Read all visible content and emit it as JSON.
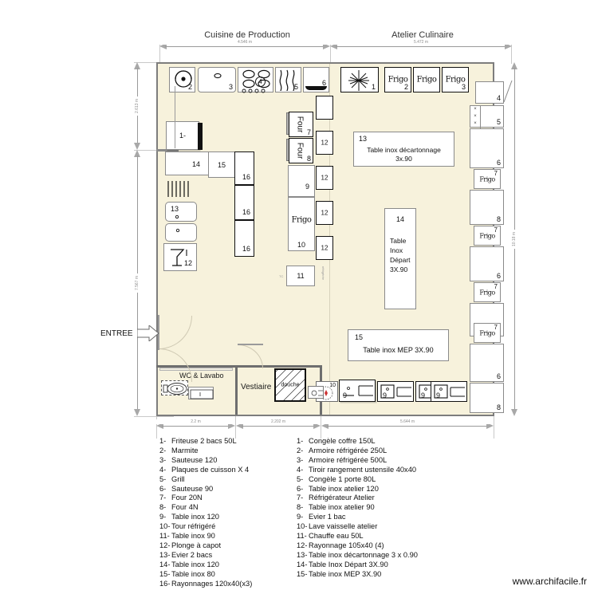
{
  "zones": {
    "left_title": "Cuisine de Production",
    "right_title": "Atelier Culinaire"
  },
  "dimensions": {
    "top_left": "4.546 m",
    "top_right": "5.472 m",
    "bottom_1": "2.2 m",
    "bottom_2": "2.202 m",
    "bottom_3": "5.644 m",
    "left_upper": "2.613 m",
    "left_lower": "7.567 m",
    "right_full": "10.18 m"
  },
  "entrance": {
    "label": "ENTREE"
  },
  "rooms": [
    {
      "name": "wc",
      "label": "WC & Lavabo"
    },
    {
      "name": "vestiaire",
      "label": "Vestiaire"
    },
    {
      "name": "douche",
      "label": "douche"
    }
  ],
  "equipment_left": [
    {
      "id": "2",
      "label": "2",
      "icon": "marmite-icon"
    },
    {
      "id": "3",
      "label": "3",
      "icon": "sauteuse-icon"
    },
    {
      "id": "4",
      "label": "4",
      "icon": "cooktop-icon"
    },
    {
      "id": "5",
      "label": "5",
      "icon": "grill-icon"
    },
    {
      "id": "6",
      "label": "6",
      "icon": "sauteuse90-icon"
    },
    {
      "id": "1",
      "label": "1-",
      "icon": "friteuse-icon"
    },
    {
      "id": "14",
      "label": "14",
      "icon": "table-icon"
    },
    {
      "id": "15",
      "label": "15",
      "icon": "table-icon"
    },
    {
      "id": "16a",
      "label": "16",
      "icon": "shelf-icon"
    },
    {
      "id": "16b",
      "label": "16",
      "icon": "shelf-icon"
    },
    {
      "id": "16c",
      "label": "16",
      "icon": "shelf-icon"
    },
    {
      "id": "13",
      "label": "13",
      "icon": "sink2-icon"
    },
    {
      "id": "12",
      "label": "12",
      "icon": "plonge-icon"
    }
  ],
  "equipment_center": [
    {
      "id": "7",
      "label": "7",
      "caption": "Four"
    },
    {
      "id": "8",
      "label": "8",
      "caption": "Four"
    },
    {
      "id": "9",
      "label": "9",
      "caption": ""
    },
    {
      "id": "10",
      "label": "10",
      "caption": "Frigo"
    },
    {
      "id": "11",
      "label": "11",
      "caption": ""
    },
    {
      "id": "12a",
      "label": "12",
      "caption": ""
    },
    {
      "id": "12b",
      "label": "12",
      "caption": ""
    },
    {
      "id": "12c",
      "label": "12",
      "caption": ""
    },
    {
      "id": "12d",
      "label": "12",
      "caption": ""
    },
    {
      "id": "12e",
      "label": "12",
      "caption": ""
    }
  ],
  "equipment_right_top": [
    {
      "id": "1",
      "label": "1",
      "caption": "",
      "icon": "congele-coffre-icon"
    },
    {
      "id": "2",
      "label": "2",
      "caption": "Frigo"
    },
    {
      "id": "3",
      "label": "3",
      "caption": "Frigo"
    }
  ],
  "equipment_right_col": [
    {
      "id": "4",
      "label": "4",
      "caption": ""
    },
    {
      "id": "5",
      "label": "5",
      "caption": ""
    },
    {
      "id": "6",
      "label": "6",
      "caption": ""
    },
    {
      "id": "7",
      "label": "7",
      "caption": "Frigo"
    },
    {
      "id": "8",
      "label": "8",
      "caption": ""
    },
    {
      "id": "7",
      "label": "7",
      "caption": "Frigo"
    },
    {
      "id": "6",
      "label": "6",
      "caption": ""
    },
    {
      "id": "7",
      "label": "7",
      "caption": "Frigo"
    },
    {
      "id": "8",
      "label": "8",
      "caption": ""
    },
    {
      "id": "6",
      "label": "6",
      "caption": ""
    },
    {
      "id": "8",
      "label": "8",
      "caption": ""
    }
  ],
  "tables": [
    {
      "num": "13",
      "title": "Table inox décartonnage",
      "sub": "3x.90"
    },
    {
      "num": "14",
      "title": "Table\nInox\nDépart\n3X.90",
      "sub": ""
    },
    {
      "num": "15",
      "title": "Table inox MEP 3X.90",
      "sub": ""
    }
  ],
  "table13": {
    "num": "13",
    "line1": "Table inox décartonnage",
    "line2": "3x.90"
  },
  "table14": {
    "num": "14",
    "l1": "Table",
    "l2": "Inox",
    "l3": "Départ",
    "l4": "3X.90"
  },
  "table15": {
    "num": "15",
    "line1": "Table inox MEP 3X.90"
  },
  "sinks": [
    {
      "id": "10",
      "label": "10"
    },
    {
      "id": "9a",
      "label": "9"
    },
    {
      "id": "9b",
      "label": "9"
    },
    {
      "id": "9c",
      "label": "9"
    },
    {
      "id": "9d",
      "label": "9"
    }
  ],
  "legend_left": [
    {
      "n": "1-",
      "text": "Friteuse 2 bacs 50L"
    },
    {
      "n": "2-",
      "text": "Marmite"
    },
    {
      "n": "3-",
      "text": "Sauteuse 120"
    },
    {
      "n": "4-",
      "text": "Plaques de cuisson X 4"
    },
    {
      "n": "5-",
      "text": "Grill"
    },
    {
      "n": "6-",
      "text": "Sauteuse 90"
    },
    {
      "n": "7-",
      "text": "Four 20N"
    },
    {
      "n": "8-",
      "text": "Four 4N"
    },
    {
      "n": "9-",
      "text": "Table inox 120"
    },
    {
      "n": "10-",
      "text": "Tour réfrigéré"
    },
    {
      "n": "11-",
      "text": "Table inox 90"
    },
    {
      "n": "12-",
      "text": "Plonge à capot"
    },
    {
      "n": "13-",
      "text": "Evier 2 bacs"
    },
    {
      "n": "14-",
      "text": "Table inox 120"
    },
    {
      "n": "15-",
      "text": "Table inox 80"
    },
    {
      "n": "16-",
      "text": "Rayonnages 120x40(x3)"
    }
  ],
  "legend_right": [
    {
      "n": "1-",
      "text": "Congèle coffre 150L"
    },
    {
      "n": "2-",
      "text": "Armoire réfrigérée 250L"
    },
    {
      "n": "3-",
      "text": "Armoire réfrigérée 500L"
    },
    {
      "n": "4-",
      "text": "Tiroir rangement ustensile 40x40"
    },
    {
      "n": "5-",
      "text": "Congèle 1 porte 80L"
    },
    {
      "n": "6-",
      "text": "Table inox atelier 120"
    },
    {
      "n": "7-",
      "text": "Réfrigérateur Atelier"
    },
    {
      "n": "8-",
      "text": "Table inox atelier 90"
    },
    {
      "n": "9-",
      "text": "Evier 1 bac"
    },
    {
      "n": "10-",
      "text": "Lave vaisselle atelier"
    },
    {
      "n": "11-",
      "text": "Chauffe eau 50L"
    },
    {
      "n": "12-",
      "text": "Rayonnage 105x40 (4)"
    },
    {
      "n": "13-",
      "text": "Table inox décartonnage 3 x 0.90"
    },
    {
      "n": "14-",
      "text": "Table Inox Départ 3X.90"
    },
    {
      "n": "15-",
      "text": "Table inox MEP 3X.90"
    }
  ],
  "footer": {
    "url": "www.archifacile.fr"
  },
  "colors": {
    "floor": "#f7f2dc",
    "wall": "#6e6e6e",
    "dim": "#9a9a9a",
    "equipment_fill": "#ffffff"
  }
}
